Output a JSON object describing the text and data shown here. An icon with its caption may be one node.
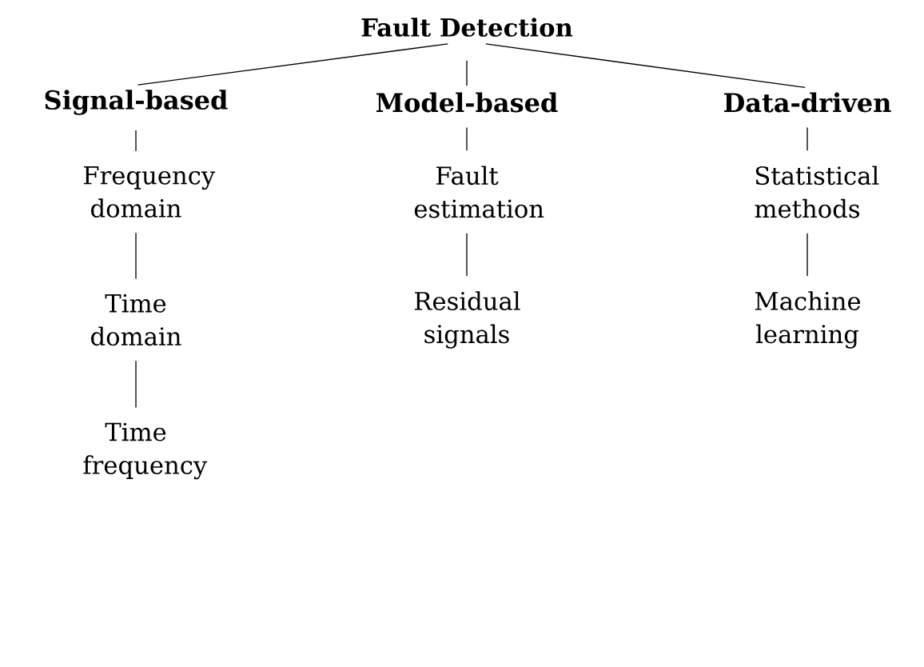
{
  "diagram": {
    "nodes": [
      {
        "text": [
          "Fault Detection"
        ]
      },
      {
        "text": [
          "Signal-based"
        ]
      },
      {
        "text": [
          "Model-based"
        ]
      },
      {
        "text": [
          "Data-driven"
        ]
      },
      {
        "text": [
          "Frequency domain"
        ]
      },
      {
        "text": [
          "Time domain"
        ]
      },
      {
        "text": [
          "Time frequency"
        ]
      },
      {
        "text": [
          "Fault estimation"
        ]
      },
      {
        "text": [
          "Residual signals"
        ]
      },
      {
        "text": [
          "Statistical methods"
        ]
      },
      {
        "text": [
          "Machine learning"
        ]
      }
    ],
    "edges": [
      {
        "from": 0,
        "to": 1,
        "arrow": "none"
      },
      {
        "from": 0,
        "to": 2,
        "arrow": "none"
      },
      {
        "from": 0,
        "to": 3,
        "arrow": "none"
      },
      {
        "from": 1,
        "to": 4,
        "arrow": "none"
      },
      {
        "from": 4,
        "to": 5,
        "arrow": "none"
      },
      {
        "from": 5,
        "to": 6,
        "arrow": "none"
      },
      {
        "from": 2,
        "to": 7,
        "arrow": "none"
      },
      {
        "from": 7,
        "to": 8,
        "arrow": "none"
      },
      {
        "from": 3,
        "to": 9,
        "arrow": "none"
      },
      {
        "from": 9,
        "to": 10,
        "arrow": "none"
      }
    ]
  }
}
